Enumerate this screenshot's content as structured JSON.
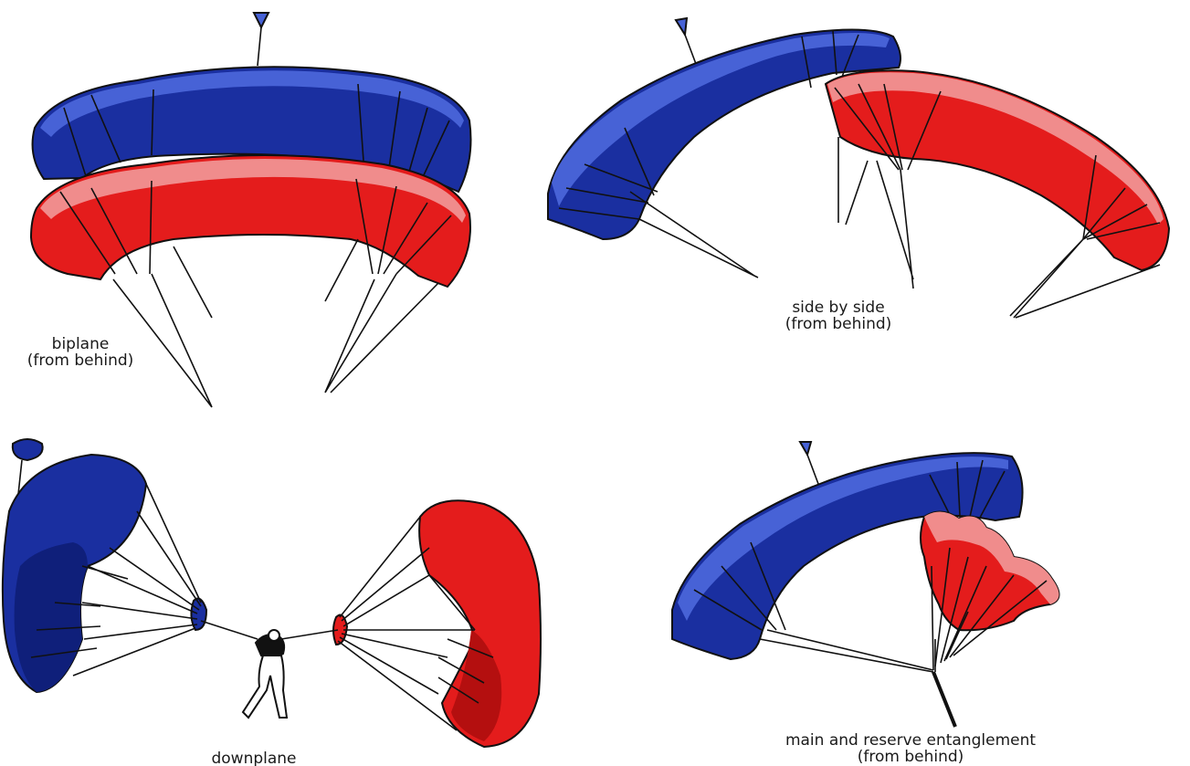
{
  "diagrams": {
    "biplane": {
      "title": "biplane",
      "subtitle": "(from behind)"
    },
    "side_by_side": {
      "title": "side by side",
      "subtitle": "(from behind)"
    },
    "downplane": {
      "title": "downplane"
    },
    "entanglement": {
      "title": "main and reserve entanglement",
      "subtitle": "(from behind)"
    }
  },
  "colors": {
    "main_canopy": "#1a2fa0",
    "main_canopy_light": "#4762d6",
    "main_canopy_dark": "#0f1f7a",
    "reserve_canopy": "#e41c1c",
    "reserve_canopy_light": "#f08c8c",
    "reserve_canopy_dark": "#b40f0f",
    "lines": "#111111"
  }
}
